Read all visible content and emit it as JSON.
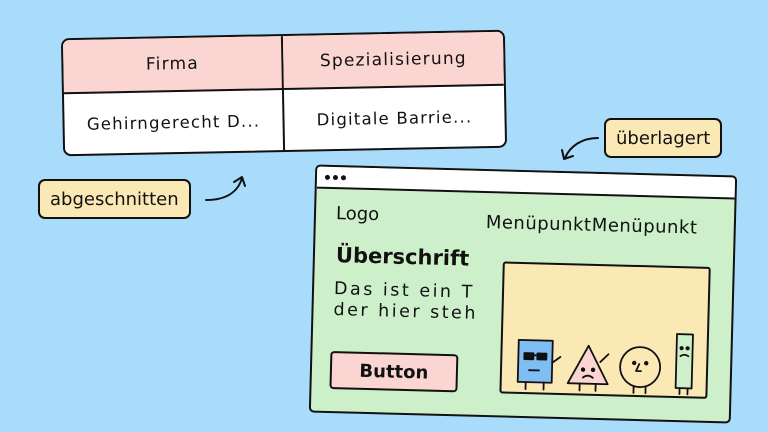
{
  "table": {
    "headers": [
      "Firma",
      "Spezialisierung"
    ],
    "row": [
      "Gehirngerecht D...",
      "Digitale Barrie..."
    ]
  },
  "labels": {
    "truncated": "abgeschnitten",
    "overlapped": "überlagert"
  },
  "browser": {
    "logo": "Logo",
    "menu_items": [
      "Menüpunkt",
      "Menüpunkt"
    ],
    "heading": "Überschrift",
    "body_line1": "Das ist ein T",
    "body_line2": "der hier steh",
    "button_label": "Button"
  },
  "colors": {
    "background": "#a9dbfb",
    "table_header": "#fbd5d1",
    "tag": "#fbe9b5",
    "browser_content": "#cdf0cb",
    "overlay": "#fbe9b5"
  },
  "icons": [
    "arrow-icon",
    "square-character-icon",
    "triangle-character-icon",
    "circle-character-icon",
    "rectangle-character-icon"
  ]
}
